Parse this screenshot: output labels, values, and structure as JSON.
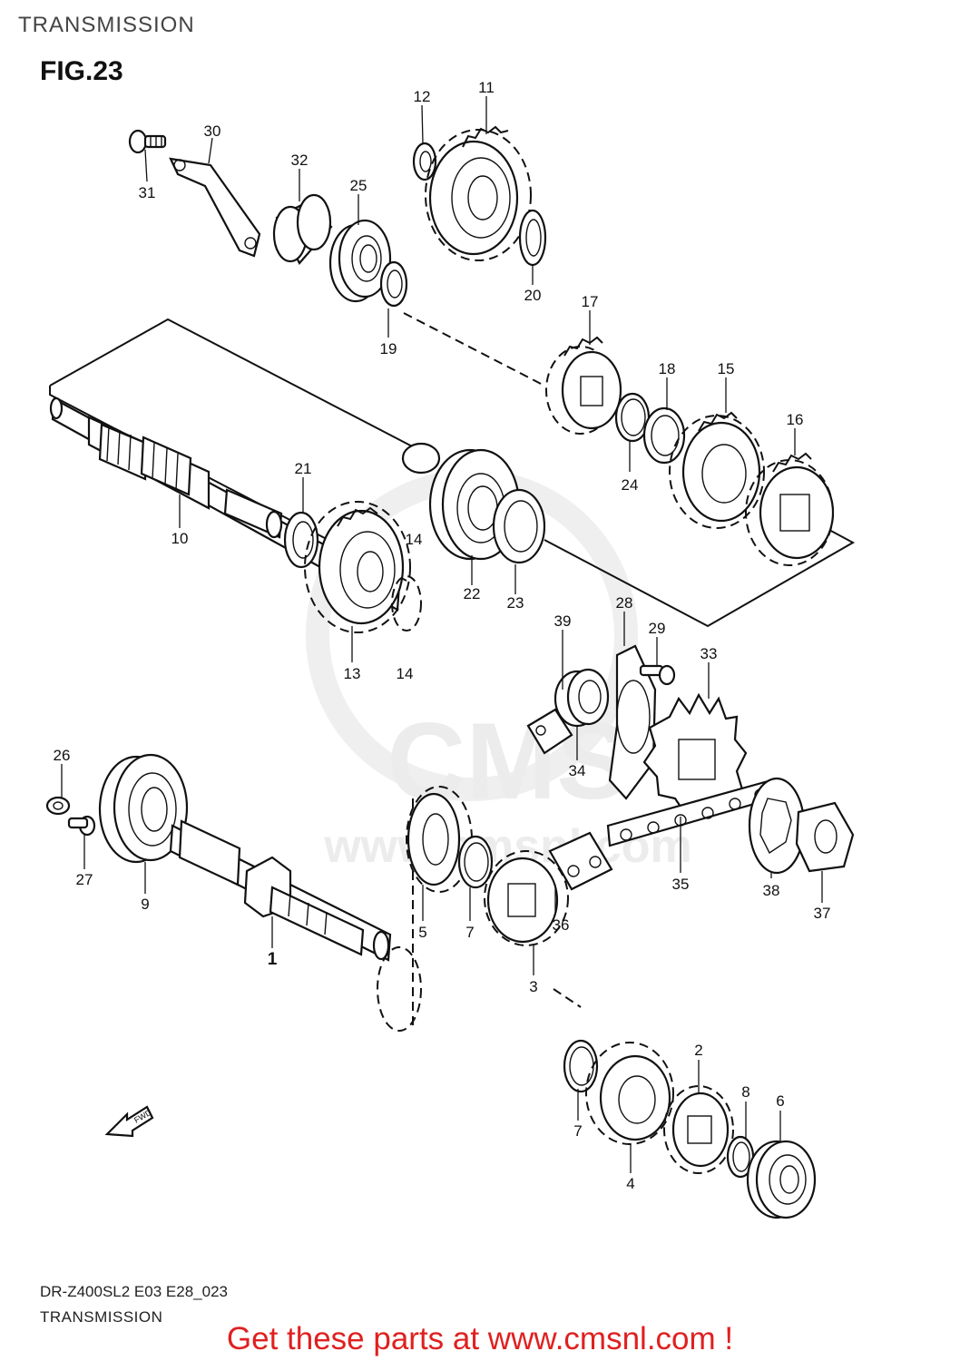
{
  "header": {
    "title": "TRANSMISSION",
    "figure": "FIG.23"
  },
  "watermark": {
    "brand": "CMS",
    "url": "www.cmsnl.com"
  },
  "fwd_label": "FWD",
  "parts": [
    {
      "id": "p1",
      "number": "1"
    },
    {
      "id": "p2",
      "number": "2"
    },
    {
      "id": "p3",
      "number": "3"
    },
    {
      "id": "p4",
      "number": "4"
    },
    {
      "id": "p5",
      "number": "5"
    },
    {
      "id": "p6",
      "number": "6"
    },
    {
      "id": "p7a",
      "number": "7"
    },
    {
      "id": "p7b",
      "number": "7"
    },
    {
      "id": "p8",
      "number": "8"
    },
    {
      "id": "p9",
      "number": "9"
    },
    {
      "id": "p10",
      "number": "10"
    },
    {
      "id": "p11",
      "number": "11"
    },
    {
      "id": "p12",
      "number": "12"
    },
    {
      "id": "p13",
      "number": "13"
    },
    {
      "id": "p14a",
      "number": "14"
    },
    {
      "id": "p14b",
      "number": "14"
    },
    {
      "id": "p15",
      "number": "15"
    },
    {
      "id": "p16",
      "number": "16"
    },
    {
      "id": "p17",
      "number": "17"
    },
    {
      "id": "p18",
      "number": "18"
    },
    {
      "id": "p19",
      "number": "19"
    },
    {
      "id": "p20",
      "number": "20"
    },
    {
      "id": "p21",
      "number": "21"
    },
    {
      "id": "p22",
      "number": "22"
    },
    {
      "id": "p23",
      "number": "23"
    },
    {
      "id": "p24",
      "number": "24"
    },
    {
      "id": "p25",
      "number": "25"
    },
    {
      "id": "p26",
      "number": "26"
    },
    {
      "id": "p27",
      "number": "27"
    },
    {
      "id": "p28",
      "number": "28"
    },
    {
      "id": "p29",
      "number": "29"
    },
    {
      "id": "p30",
      "number": "30"
    },
    {
      "id": "p31",
      "number": "31"
    },
    {
      "id": "p32",
      "number": "32"
    },
    {
      "id": "p33",
      "number": "33"
    },
    {
      "id": "p34",
      "number": "34"
    },
    {
      "id": "p35",
      "number": "35"
    },
    {
      "id": "p36",
      "number": "36"
    },
    {
      "id": "p37",
      "number": "37"
    },
    {
      "id": "p38",
      "number": "38"
    },
    {
      "id": "p39",
      "number": "39"
    }
  ],
  "footer": {
    "model_code": "DR-Z400SL2 E03 E28_023",
    "section": "TRANSMISSION",
    "promo": "Get these parts at www.cmsnl.com !"
  }
}
